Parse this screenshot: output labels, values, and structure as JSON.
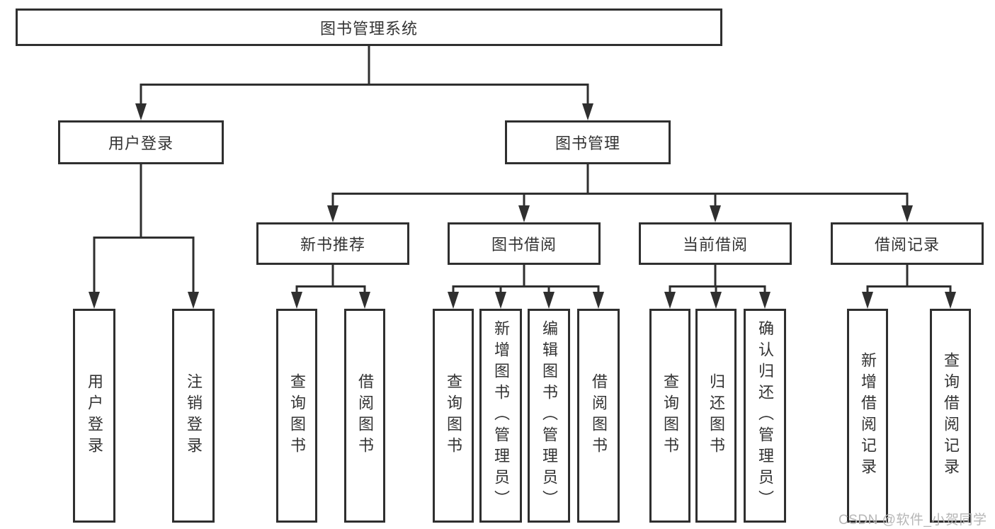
{
  "diagram": {
    "title": "图书管理系统",
    "tree": {
      "root": {
        "label": "图书管理系统"
      },
      "branches": [
        {
          "label": "用户登录",
          "children": [
            {
              "label": "用户登录"
            },
            {
              "label": "注销登录"
            }
          ]
        },
        {
          "label": "图书管理",
          "children": [
            {
              "label": "新书推荐",
              "children": [
                {
                  "label": "查询图书"
                },
                {
                  "label": "借阅图书"
                }
              ]
            },
            {
              "label": "图书借阅",
              "children": [
                {
                  "label": "查询图书"
                },
                {
                  "label": "新增图书（管理员）"
                },
                {
                  "label": "编辑图书（管理员）"
                },
                {
                  "label": "借阅图书"
                }
              ]
            },
            {
              "label": "当前借阅",
              "children": [
                {
                  "label": "查询图书"
                },
                {
                  "label": "归还图书"
                },
                {
                  "label": "确认归还（管理员）"
                }
              ]
            },
            {
              "label": "借阅记录",
              "children": [
                {
                  "label": "新增借阅记录"
                },
                {
                  "label": "查询借阅记录"
                }
              ]
            }
          ]
        }
      ]
    },
    "colors": {
      "line": "#2f2f2f",
      "text": "#333333",
      "box_background": "#ffffff",
      "watermark": "#b6b6b6"
    }
  },
  "watermark": {
    "text": "CSDN @软件_小贺同学"
  }
}
